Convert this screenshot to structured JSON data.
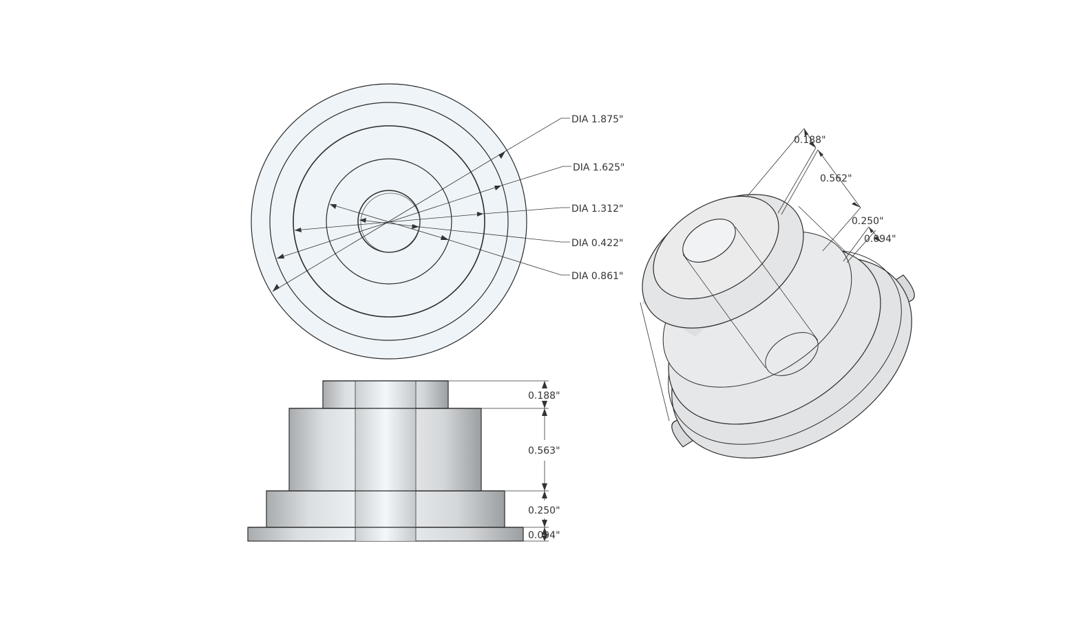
{
  "colors": {
    "line": "#2a2a2a",
    "face": "#eef4f7",
    "shade_light": "#f3f6f8",
    "shade_dark": "#a9acae",
    "iso_fill": "#d9dadb"
  },
  "top_view": {
    "diameters": [
      {
        "label": "DIA 1.875\"",
        "value": 1.875
      },
      {
        "label": "DIA 1.625\"",
        "value": 1.625
      },
      {
        "label": "DIA 1.312\"",
        "value": 1.312
      },
      {
        "label": "DIA 0.422\"",
        "value": 0.422
      },
      {
        "label": "DIA 0.861\"",
        "value": 0.861
      }
    ]
  },
  "front_view": {
    "heights": [
      {
        "label": "0.188\"",
        "value": 0.188
      },
      {
        "label": "0.563\"",
        "value": 0.563
      },
      {
        "label": "0.250\"",
        "value": 0.25
      },
      {
        "label": "0.094\"",
        "value": 0.094
      }
    ]
  },
  "iso_view": {
    "heights": [
      {
        "label": "0.188\"",
        "value": 0.188
      },
      {
        "label": "0.562\"",
        "value": 0.562
      },
      {
        "label": "0.250\"",
        "value": 0.25
      },
      {
        "label": "0.094\"",
        "value": 0.094
      }
    ]
  }
}
